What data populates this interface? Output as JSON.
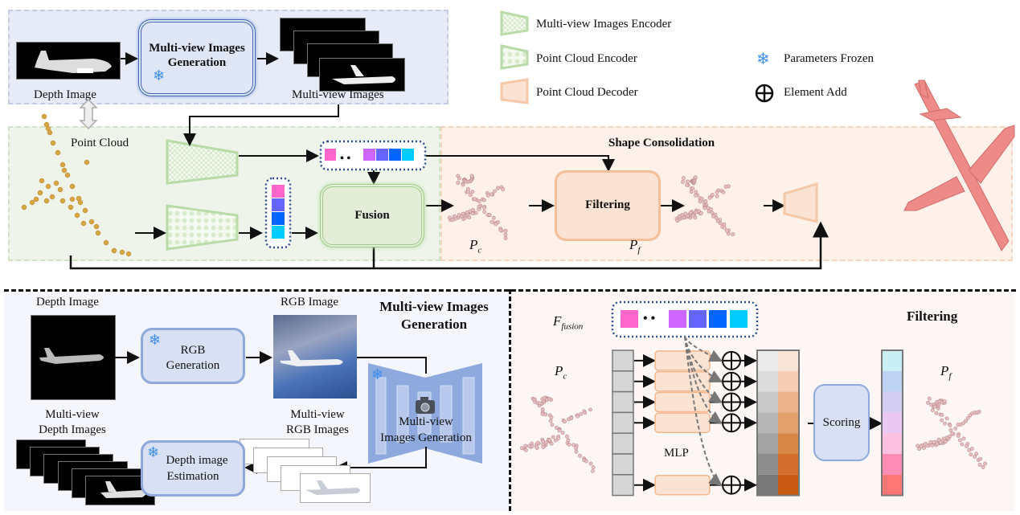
{
  "top": {
    "depth_image_label": "Depth Image",
    "mvig_box_label_line1": "Multi-view Images",
    "mvig_box_label_line2": "Generation",
    "multiview_images_label": "Multi-view Images",
    "point_cloud_label": "Point Cloud"
  },
  "legend": {
    "items": [
      {
        "label": "Multi-view Images Encoder",
        "icon": "green-checker-trapezoid-icon"
      },
      {
        "label": "Point Cloud Encoder",
        "icon": "green-dotted-trapezoid-icon"
      },
      {
        "label": "Point Cloud Decoder",
        "icon": "orange-trapezoid-icon"
      },
      {
        "label": "Parameters Frozen",
        "icon": "snowflake-icon"
      },
      {
        "label": "Element Add",
        "icon": "circle-plus-icon"
      }
    ]
  },
  "main": {
    "fusion_label": "Fusion",
    "shape_consolidation_label": "Shape Consolidation",
    "filtering_label": "Filtering",
    "pc_label": "P",
    "pc_sub": "c",
    "pf_label": "P",
    "pf_sub": "f"
  },
  "bottom_left": {
    "title_line1": "Multi-view Images",
    "title_line2": "Generation",
    "depth_image_label": "Depth Image",
    "rgb_generation_line1": "RGB",
    "rgb_generation_line2": "Generation",
    "rgb_image_label": "RGB Image",
    "mv_gen_line1": "Multi-view",
    "mv_gen_line2": "Images Generation",
    "mv_rgb_line1": "Multi-view",
    "mv_rgb_line2": "RGB Images",
    "mv_depth_line1": "Multi-view",
    "mv_depth_line2": "Depth Images",
    "depth_est_line1": "Depth image",
    "depth_est_line2": "Estimation"
  },
  "bottom_right": {
    "title": "Filtering",
    "ffusion_label": "F",
    "ffusion_sub": "fusion",
    "pc_label": "P",
    "pc_sub": "c",
    "pf_label": "P",
    "pf_sub": "f",
    "mlp_label": "MLP",
    "scoring_label": "Scoring"
  },
  "colors": {
    "feature_tokens": [
      "#ff66cc",
      "#cc66ff",
      "#6666ff",
      "#0066ff",
      "#00ccff"
    ],
    "score_bar": [
      "#c9eef4",
      "#bcd3f4",
      "#d3cdf3",
      "#ebc8f3",
      "#fcc0e0",
      "#fd8cb5",
      "#fd7777"
    ],
    "gray_bar": [
      "#ebebeb",
      "#dcdcdc",
      "#c9c9c9",
      "#b7b7b7",
      "#a3a3a3",
      "#8d8d8d",
      "#787878"
    ],
    "orange_bar": [
      "#f9e4d8",
      "#f4cfb5",
      "#ecb48d",
      "#e2a06c",
      "#d98848",
      "#d26e2c",
      "#c95812"
    ]
  }
}
